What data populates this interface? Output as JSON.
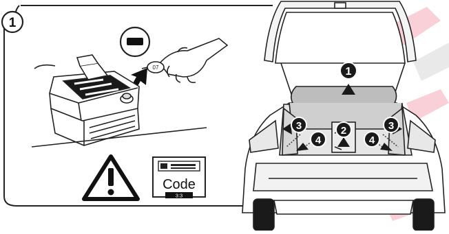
{
  "step": {
    "number": "1"
  },
  "battery_panel": {
    "terminal_symbol": "minus-icon",
    "warning_symbol": "warning-triangle-icon",
    "radio_code_label": "Code",
    "radio_display_text": "3:3"
  },
  "car_panel": {
    "callouts": [
      {
        "label": "1",
        "target": "luggage-cover"
      },
      {
        "label": "2",
        "target": "rear-center-cover"
      },
      {
        "label": "3",
        "target": "left-side-trim"
      },
      {
        "label": "3",
        "target": "right-side-trim"
      },
      {
        "label": "4",
        "target": "left-lower-fixing"
      },
      {
        "label": "4",
        "target": "right-lower-fixing"
      }
    ]
  },
  "colors": {
    "callout_fill": "#1a1a1a",
    "line": "#222222",
    "watermark": "#e4002b",
    "trunk_floor": "#b8b8b8"
  }
}
